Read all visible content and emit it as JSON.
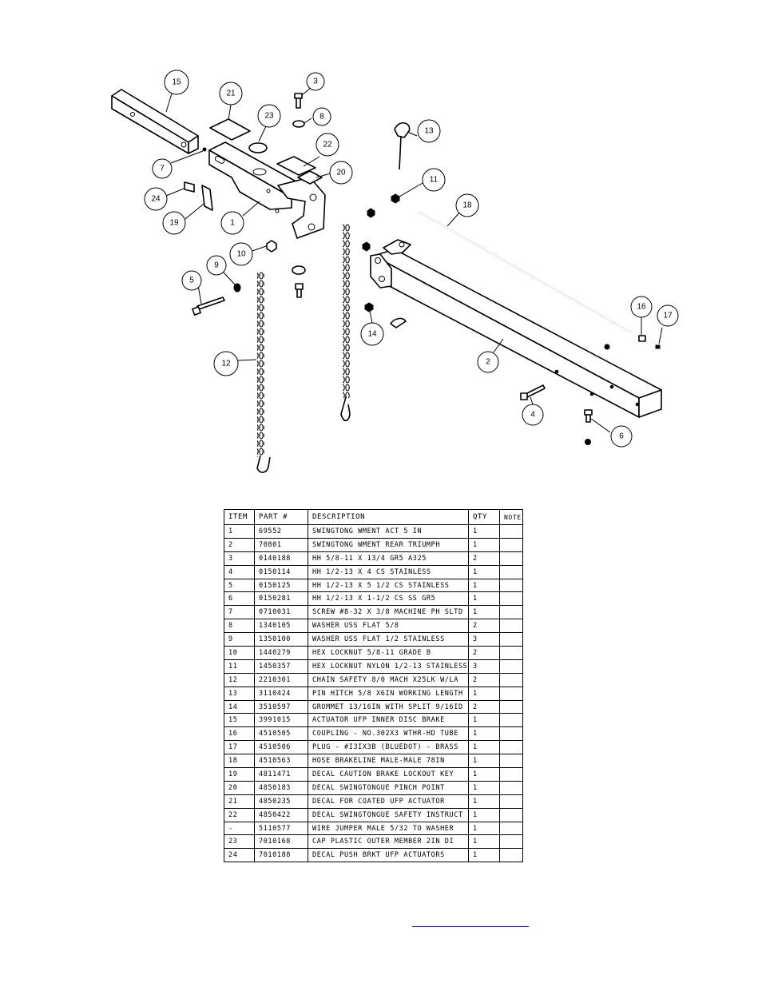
{
  "callouts": [
    "15",
    "21",
    "3",
    "23",
    "8",
    "13",
    "22",
    "7",
    "20",
    "11",
    "24",
    "19",
    "1",
    "18",
    "10",
    "9",
    "5",
    "16",
    "17",
    "14",
    "12",
    "2",
    "4",
    "6"
  ],
  "table": {
    "headers": {
      "item": "ITEM",
      "part": "PART #",
      "description": "DESCRIPTION",
      "qty": "QTY",
      "note": "NOTE"
    },
    "rows": [
      {
        "item": "1",
        "part": "69552",
        "description": "SWINGTONG WMENT ACT 5 IN",
        "qty": "1",
        "note": ""
      },
      {
        "item": "2",
        "part": "70801",
        "description": "SWINGTONG WMENT REAR TRIUMPH",
        "qty": "1",
        "note": ""
      },
      {
        "item": "3",
        "part": "0140188",
        "description": "HH 5/8-11 X 13/4  GR5 A325",
        "qty": "2",
        "note": ""
      },
      {
        "item": "4",
        "part": "0150114",
        "description": "HH 1/2-13 X 4 CS STAINLESS",
        "qty": "1",
        "note": ""
      },
      {
        "item": "5",
        "part": "0150125",
        "description": "HH 1/2-13 X 5 1/2 CS STAINLESS",
        "qty": "1",
        "note": ""
      },
      {
        "item": "6",
        "part": "0150281",
        "description": "HH 1/2-13 X 1-1/2 CS SS GR5",
        "qty": "1",
        "note": ""
      },
      {
        "item": "7",
        "part": "0710031",
        "description": "SCREW #8-32 X 3/8 MACHINE PH SLTD",
        "qty": "1",
        "note": ""
      },
      {
        "item": "8",
        "part": "1340105",
        "description": "WASHER USS FLAT 5/8",
        "qty": "2",
        "note": ""
      },
      {
        "item": "9",
        "part": "1350100",
        "description": "WASHER USS FLAT 1/2 STAINLESS",
        "qty": "3",
        "note": ""
      },
      {
        "item": "10",
        "part": "1440279",
        "description": "HEX LOCKNUT 5/8-11 GRADE B",
        "qty": "2",
        "note": ""
      },
      {
        "item": "11",
        "part": "1450357",
        "description": "HEX LOCKNUT NYLON 1/2-13 STAINLESS",
        "qty": "3",
        "note": ""
      },
      {
        "item": "12",
        "part": "2210301",
        "description": "CHAIN SAFETY 8/0 MACH X25LK W/LA",
        "qty": "2",
        "note": ""
      },
      {
        "item": "13",
        "part": "3110424",
        "description": "PIN HITCH 5/8 X6IN WORKING LENGTH",
        "qty": "1",
        "note": ""
      },
      {
        "item": "14",
        "part": "3510597",
        "description": "GROMMET 13/16IN  WITH SPLIT 9/16ID",
        "qty": "2",
        "note": ""
      },
      {
        "item": "15",
        "part": "3991015",
        "description": "ACTUATOR UFP INNER  DISC BRAKE",
        "qty": "1",
        "note": ""
      },
      {
        "item": "16",
        "part": "4510505",
        "description": "COUPLING - NO.302X3 WTHR-HD TUBE",
        "qty": "1",
        "note": ""
      },
      {
        "item": "17",
        "part": "4510506",
        "description": "PLUG - #I3IX3B (BLUEDOT) - BRASS",
        "qty": "1",
        "note": ""
      },
      {
        "item": "18",
        "part": "4510563",
        "description": "HOSE BRAKELINE MALE-MALE 78IN",
        "qty": "1",
        "note": ""
      },
      {
        "item": "19",
        "part": "4811471",
        "description": "DECAL CAUTION BRAKE LOCKOUT KEY",
        "qty": "1",
        "note": ""
      },
      {
        "item": "20",
        "part": "4850183",
        "description": "DECAL SWINGTONGUE PINCH POINT",
        "qty": "1",
        "note": ""
      },
      {
        "item": "21",
        "part": "4850235",
        "description": "DECAL FOR COATED UFP ACTUATOR",
        "qty": "1",
        "note": ""
      },
      {
        "item": "22",
        "part": "4850422",
        "description": "DECAL SWINGTONGUE SAFETY INSTRUCT",
        "qty": "1",
        "note": ""
      },
      {
        "item": "-",
        "part": "5110577",
        "description": "WIRE JUMPER MALE 5/32 TO WASHER",
        "qty": "1",
        "note": ""
      },
      {
        "item": "23",
        "part": "7010168",
        "description": "CAP  PLASTIC OUTER MEMBER 2IN DI",
        "qty": "1",
        "note": ""
      },
      {
        "item": "24",
        "part": "7010188",
        "description": "DECAL PUSH BRKT UFP ACTUATORS",
        "qty": "1",
        "note": ""
      }
    ]
  }
}
